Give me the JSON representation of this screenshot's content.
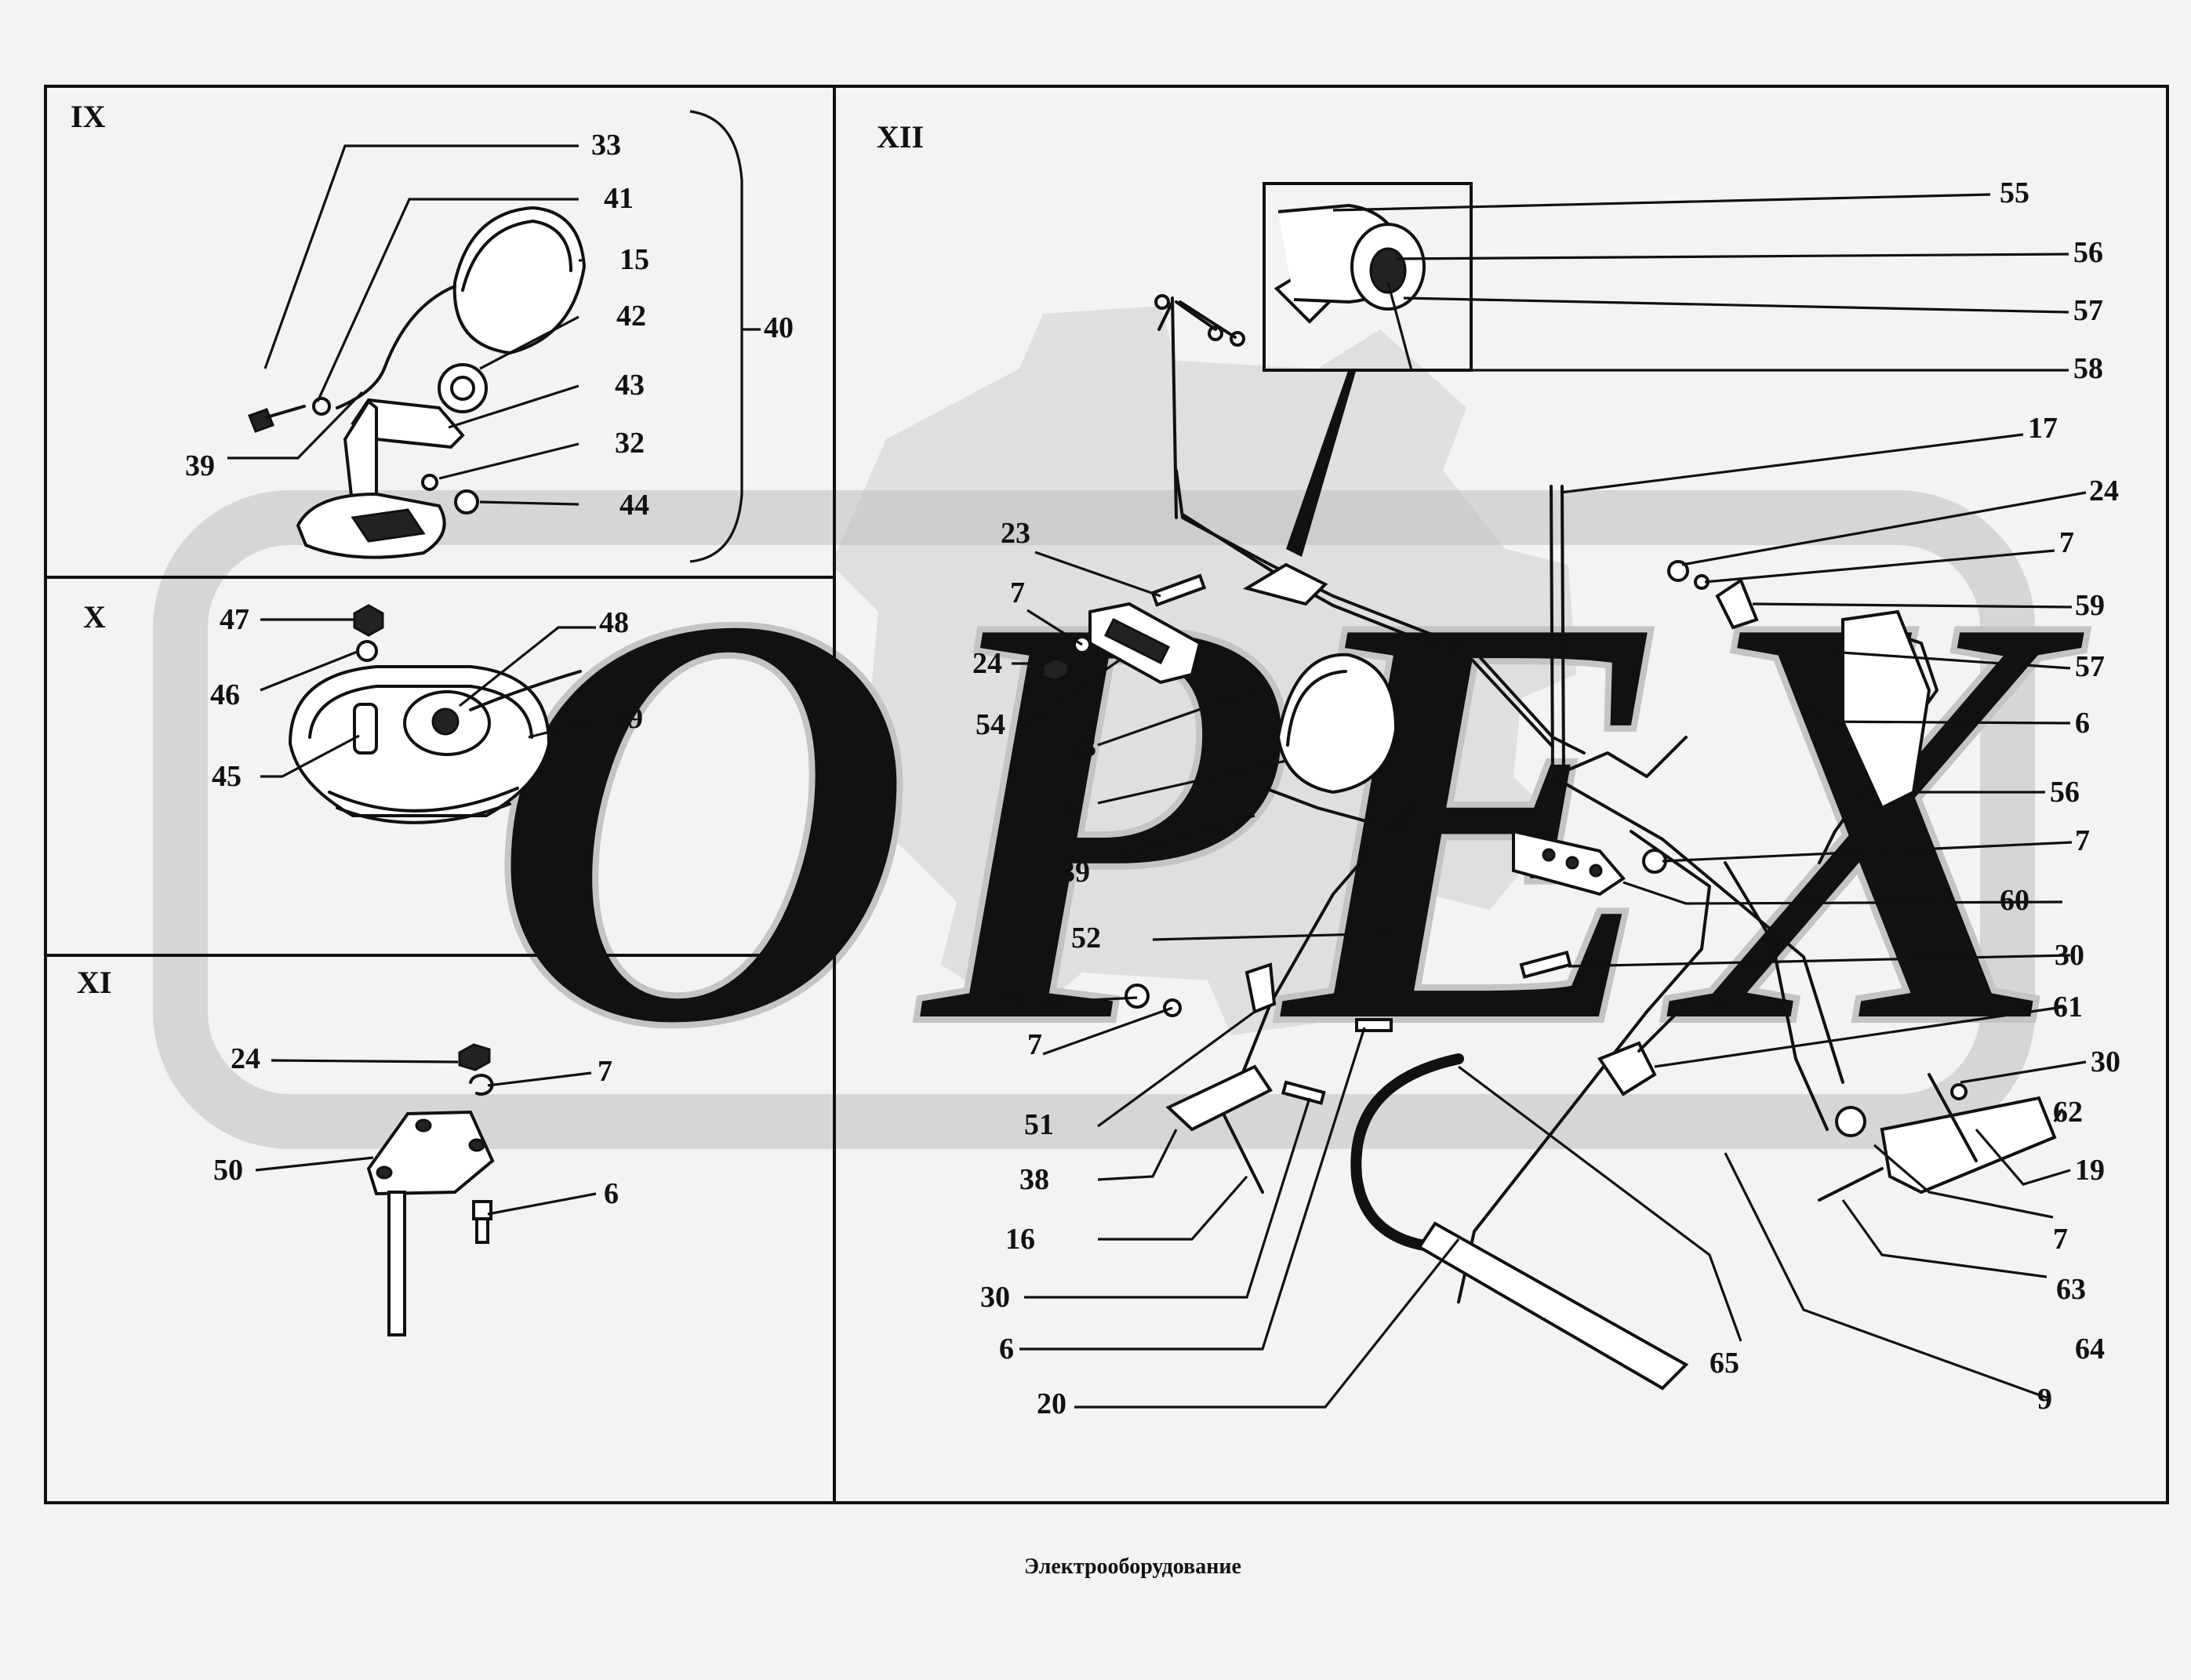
{
  "caption": "Электрооборудование",
  "watermark": {
    "text": "OPEX",
    "color": "#c4c4c4"
  },
  "sections": {
    "IX": {
      "title": "IX"
    },
    "X": {
      "title": "X"
    },
    "XI": {
      "title": "XI"
    },
    "XII": {
      "title": "XII"
    }
  },
  "labels": {
    "ix_33": "33",
    "ix_41": "41",
    "ix_15": "15",
    "ix_40": "40",
    "ix_42": "42",
    "ix_43": "43",
    "ix_32": "32",
    "ix_39": "39",
    "ix_44": "44",
    "x_47": "47",
    "x_48": "48",
    "x_46": "46",
    "x_49": "49",
    "x_45": "45",
    "xi_24": "24",
    "xi_7": "7",
    "xi_50": "50",
    "xi_6": "6",
    "xii_55": "55",
    "xii_56a": "56",
    "xii_57a": "57",
    "xii_58": "58",
    "xii_17": "17",
    "xii_24a": "24",
    "xii_7a": "7",
    "xii_59": "59",
    "xii_23": "23",
    "xii_7b": "7",
    "xii_24b": "24",
    "xii_57b": "57",
    "xii_6a": "6",
    "xii_54": "54",
    "xii_53": "53",
    "xii_56b": "56",
    "xii_15": "15",
    "xii_7c": "7",
    "xii_39": "39",
    "xii_60": "60",
    "xii_52": "52",
    "xii_30a": "30",
    "xii_24c": "24",
    "xii_61": "61",
    "xii_7d": "7",
    "xii_30b": "30",
    "xii_62": "62",
    "xii_51": "51",
    "xii_19": "19",
    "xii_38": "38",
    "xii_7e": "7",
    "xii_16": "16",
    "xii_63": "63",
    "xii_30c": "30",
    "xii_64": "64",
    "xii_6b": "6",
    "xii_65": "65",
    "xii_20": "20",
    "xii_9": "9"
  }
}
